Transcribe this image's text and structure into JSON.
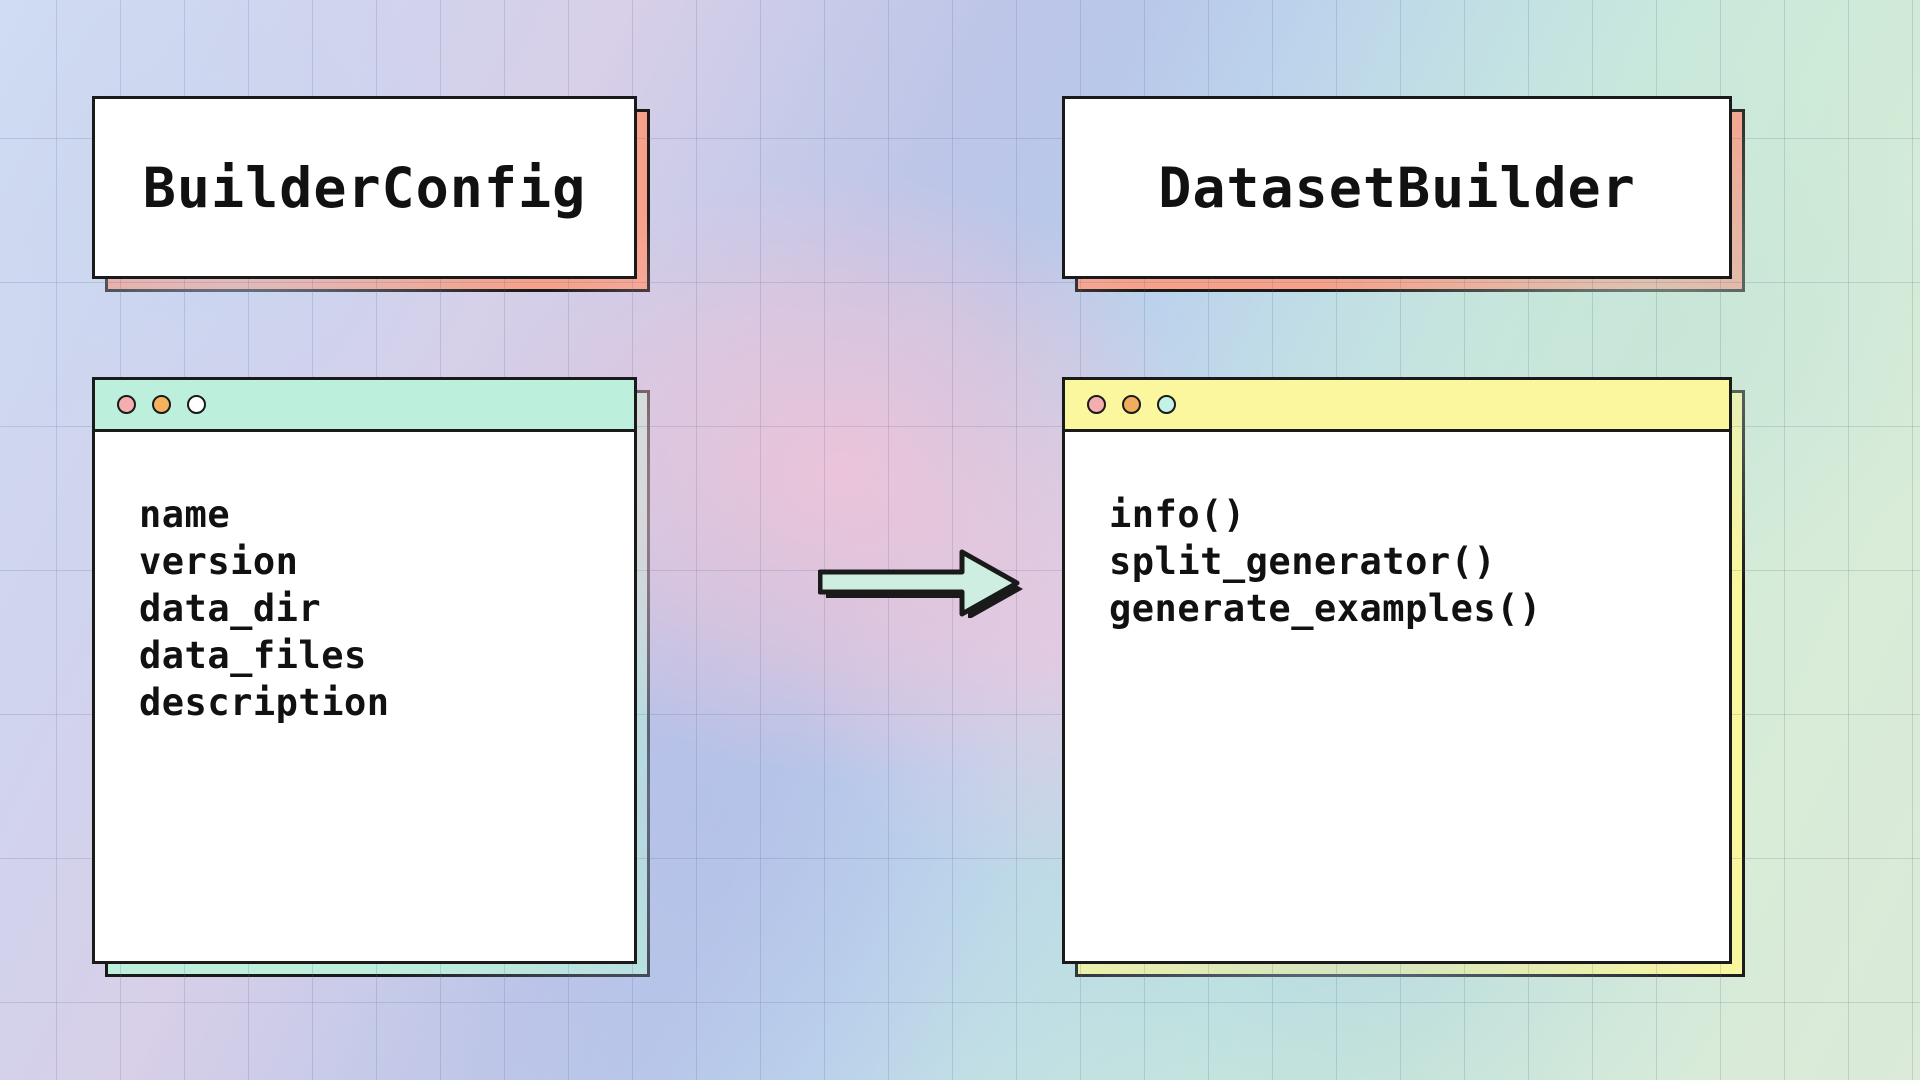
{
  "background": {
    "style": "pastel-gradient-grid",
    "gradient_colors": [
      "#cfdcf2",
      "#d8cfe8",
      "#b9c7e9",
      "#c2e0e4",
      "#dbead9"
    ],
    "accent_pink": "#f4c4d6",
    "grid_color": "#606e96"
  },
  "diagram": {
    "title_shadow_color": "#f7a18a",
    "nodes": [
      {
        "id": "builder-config",
        "title": "BuilderConfig",
        "titlebar_color": "#bdf0dc",
        "titlebar_name": "mint",
        "dots": [
          {
            "name": "dot-red",
            "color": "#f4aeae"
          },
          {
            "name": "dot-yellow",
            "color": "#f5b35f"
          },
          {
            "name": "dot-green",
            "color": "#ffffff"
          }
        ],
        "items": [
          "name",
          "version",
          "data_dir",
          "data_files",
          "description"
        ]
      },
      {
        "id": "dataset-builder",
        "title": "DatasetBuilder",
        "titlebar_color": "#fbf79e",
        "titlebar_name": "lemon",
        "dots": [
          {
            "name": "dot-red",
            "color": "#f4aeae"
          },
          {
            "name": "dot-yellow",
            "color": "#f0ad5c"
          },
          {
            "name": "dot-green",
            "color": "#c3f2e6"
          }
        ],
        "items": [
          "info()",
          "split_generator()",
          "generate_examples()"
        ]
      }
    ],
    "connector": {
      "name": "arrow-right",
      "from": "builder-config",
      "to": "dataset-builder",
      "fill": "#cdeee0",
      "stroke": "#1a1a1a"
    }
  }
}
